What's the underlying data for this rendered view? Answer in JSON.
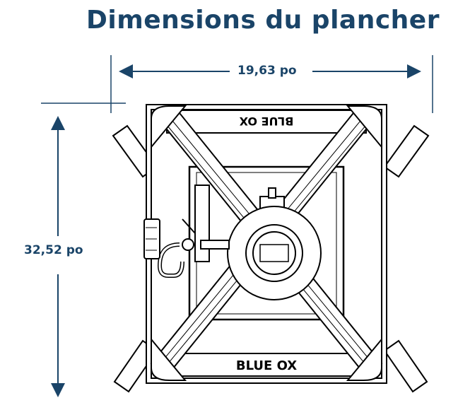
{
  "title": "Dimensions du plancher",
  "dimensions": {
    "width_label": "19,63 po",
    "height_label": "32,52 po"
  },
  "branding": {
    "logo_text": "BLUE OX"
  },
  "colors": {
    "title": "#1a4468",
    "line": "#000000",
    "background": "#ffffff"
  }
}
